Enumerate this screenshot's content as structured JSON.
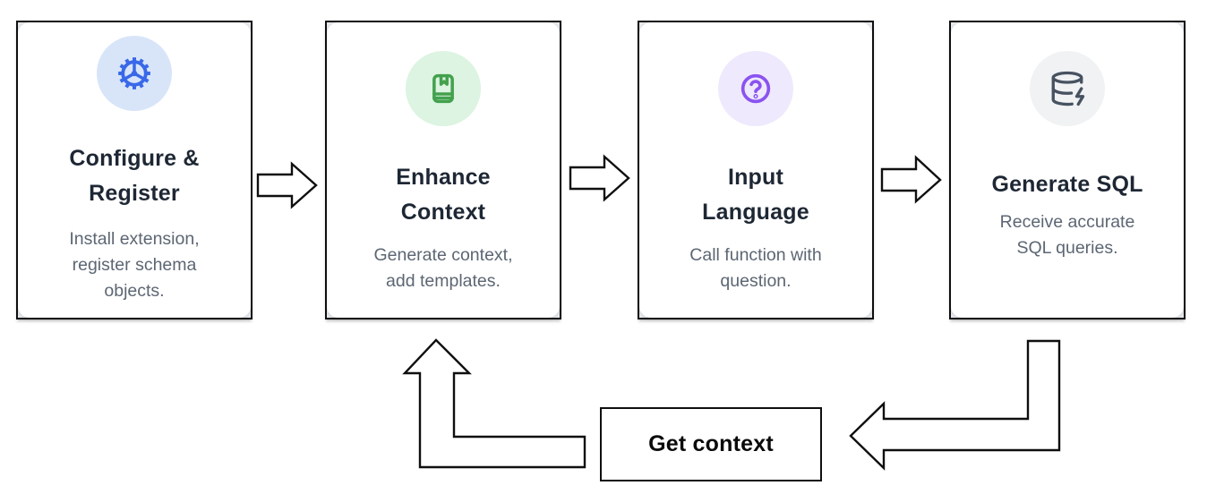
{
  "diagram": {
    "background": "#ffffff",
    "cards": [
      {
        "id": "configure-register",
        "icon": "gear-icon",
        "icon_color": "#3968e8",
        "icon_bg": "#d8e5f9",
        "title": "Configure & Register",
        "title_lines": [
          "Configure &",
          "Register"
        ],
        "description": "Install extension, register schema objects.",
        "desc_lines": [
          "Install extension,",
          "register schema",
          "objects."
        ]
      },
      {
        "id": "enhance-context",
        "icon": "book-bookmark-icon",
        "icon_color": "#43a14e",
        "icon_bg": "#dcf4e1",
        "title": "Enhance Context",
        "title_lines": [
          "Enhance",
          "Context"
        ],
        "description": "Generate context, add templates.",
        "desc_lines": [
          "Generate context,",
          "add templates."
        ]
      },
      {
        "id": "input-language",
        "icon": "help-circle-icon",
        "icon_color": "#8a53f0",
        "icon_bg": "#efe9fd",
        "title": "Input Language",
        "title_lines": [
          "Input",
          "Language"
        ],
        "description": "Call function with question.",
        "desc_lines": [
          "Call function with",
          "question."
        ]
      },
      {
        "id": "generate-sql",
        "icon": "database-zap-icon",
        "icon_color": "#475261",
        "icon_bg": "#f0f2f4",
        "title": "Generate SQL",
        "title_lines": [
          "Generate SQL"
        ],
        "description": "Receive accurate SQL queries.",
        "desc_lines": [
          "Receive accurate",
          "SQL queries."
        ]
      }
    ],
    "loop_box": {
      "label": "Get context"
    },
    "arrows": [
      {
        "name": "flow-arrow-configure-to-enhance",
        "direction": "right"
      },
      {
        "name": "flow-arrow-enhance-to-input",
        "direction": "right"
      },
      {
        "name": "flow-arrow-input-to-generate",
        "direction": "right"
      },
      {
        "name": "feedback-arrow-generate-to-getcontext",
        "direction": "down-then-left"
      },
      {
        "name": "feedback-arrow-getcontext-to-enhance",
        "direction": "left-then-up"
      }
    ],
    "colors": {
      "outline": "#0f0f0f",
      "title_text": "#1e2734",
      "description_text": "#5c6673"
    }
  }
}
